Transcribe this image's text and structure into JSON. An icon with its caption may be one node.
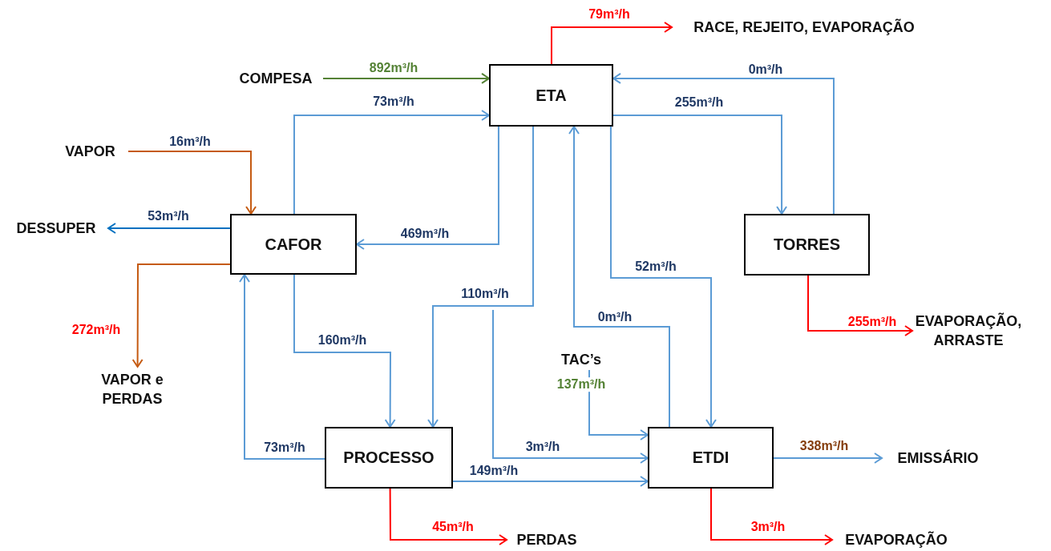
{
  "diagram": {
    "nodes": [
      {
        "text": [
          "ETA"
        ]
      },
      {
        "text": [
          "CAFOR"
        ]
      },
      {
        "text": [
          "TORRES"
        ]
      },
      {
        "text": [
          "PROCESSO"
        ]
      },
      {
        "text": [
          "ETDI"
        ]
      },
      {
        "text": [
          "COMPESA"
        ]
      },
      {
        "text": [
          "VAPOR"
        ]
      },
      {
        "text": [
          "DESSUPER"
        ]
      },
      {
        "text": [
          "VAPOR e PERDAS"
        ]
      },
      {
        "text": [
          "RACE, REJEITO, EVAPORAÇÃO"
        ]
      },
      {
        "text": [
          "EVAPORAÇÃO, ARRASTE"
        ]
      },
      {
        "text": [
          "TAC’s"
        ]
      },
      {
        "text": [
          "EMISSÁRIO"
        ]
      },
      {
        "text": [
          "PERDAS"
        ]
      },
      {
        "text": [
          "EVAPORAÇÃO"
        ]
      }
    ],
    "edges": [
      {
        "from": 5,
        "to": 0,
        "arrow": "to",
        "label": "892m³/h",
        "color": "#548235"
      },
      {
        "from": 1,
        "to": 0,
        "arrow": "to",
        "label": "73m³/h"
      },
      {
        "from": 0,
        "to": 9,
        "arrow": "to",
        "label": "79m³/h",
        "color": "#ff0000"
      },
      {
        "from": 2,
        "to": 0,
        "arrow": "to",
        "label": "0m³/h"
      },
      {
        "from": 0,
        "to": 2,
        "arrow": "to",
        "label": "255m³/h"
      },
      {
        "from": 6,
        "to": 1,
        "arrow": "to",
        "label": "16m³/h",
        "color": "#c55a11"
      },
      {
        "from": 1,
        "to": 7,
        "arrow": "to",
        "label": "53m³/h",
        "color": "#0070c0"
      },
      {
        "from": 1,
        "to": 8,
        "arrow": "to",
        "label": "272m³/h",
        "color": "#c55a11"
      },
      {
        "from": 0,
        "to": 1,
        "arrow": "to",
        "label": "469m³/h"
      },
      {
        "from": 1,
        "to": 3,
        "arrow": "to",
        "label": "160m³/h"
      },
      {
        "from": 3,
        "to": 1,
        "arrow": "to",
        "label": "73m³/h"
      },
      {
        "from": 0,
        "to": 3,
        "arrow": "to",
        "label": "110m³/h"
      },
      {
        "from": null,
        "to": 4,
        "arrow": "to",
        "label": "3m³/h"
      },
      {
        "from": 3,
        "to": 4,
        "arrow": "to",
        "label": "149m³/h"
      },
      {
        "from": 0,
        "to": 4,
        "arrow": "to",
        "label": "52m³/h"
      },
      {
        "from": 4,
        "to": 0,
        "arrow": "to",
        "label": "0m³/h"
      },
      {
        "from": 11,
        "to": 4,
        "arrow": "to",
        "label": "137m³/h"
      },
      {
        "from": 2,
        "to": 10,
        "arrow": "to",
        "label": "255m³/h",
        "color": "#ff0000"
      },
      {
        "from": 4,
        "to": 12,
        "arrow": "to",
        "label": "338m³/h"
      },
      {
        "from": 3,
        "to": 13,
        "arrow": "to",
        "label": "45m³/h",
        "color": "#ff0000"
      },
      {
        "from": 4,
        "to": 14,
        "arrow": "to",
        "label": "3m³/h",
        "color": "#ff0000"
      }
    ]
  }
}
